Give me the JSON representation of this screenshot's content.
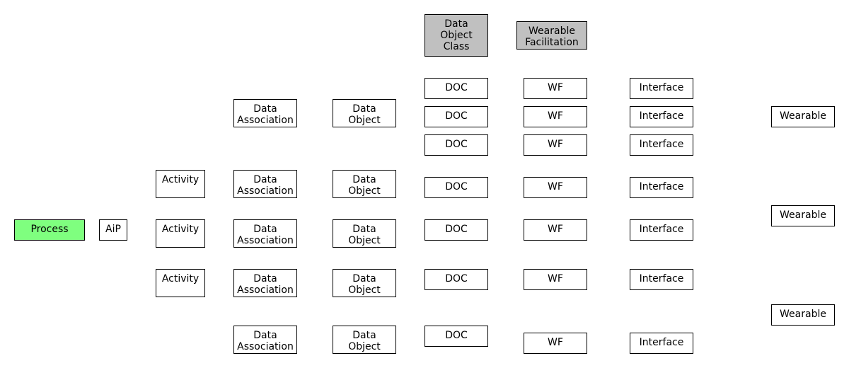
{
  "colors": {
    "process": "#7fff7f",
    "header": "#c0c0c0"
  },
  "process": "Process",
  "aip": "AiP",
  "activity": [
    "Activity",
    "Activity",
    "Activity"
  ],
  "data_association": [
    "Data",
    "Association"
  ],
  "data_object": [
    "Data",
    "Object"
  ],
  "header_doc": [
    "Data",
    "Object",
    "Class"
  ],
  "header_wf": [
    "Wearable",
    "Facilitation"
  ],
  "doc": [
    "DOC",
    "DOC",
    "DOC",
    "DOC",
    "DOC",
    "DOC",
    "DOC"
  ],
  "wf": [
    "WF",
    "WF",
    "WF",
    "WF",
    "WF",
    "WF",
    "WF"
  ],
  "interface": [
    "Interface",
    "Interface",
    "Interface",
    "Interface",
    "Interface",
    "Interface",
    "Interface"
  ],
  "wearable": [
    "Wearable",
    "Wearable",
    "Wearable"
  ]
}
